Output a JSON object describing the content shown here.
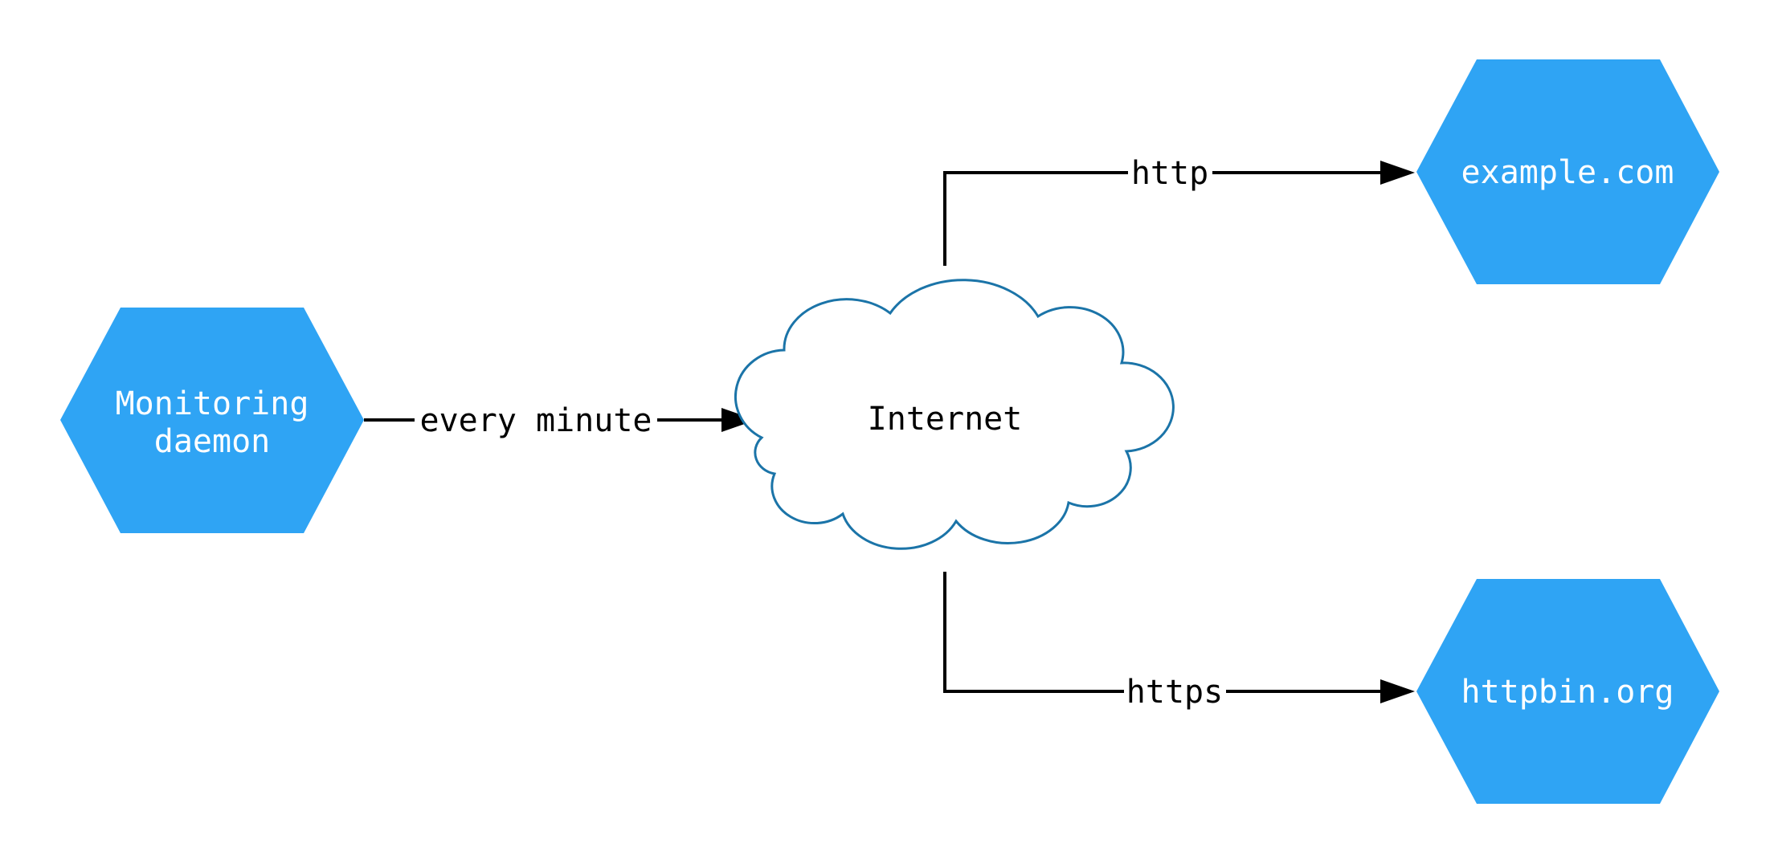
{
  "diagram": {
    "nodes": [
      {
        "id": "monitoring-daemon",
        "type": "hexagon",
        "label": "Monitoring daemon",
        "lines": [
          "Monitoring",
          "daemon"
        ]
      },
      {
        "id": "internet",
        "type": "cloud",
        "label": "Internet"
      },
      {
        "id": "example-com",
        "type": "hexagon",
        "label": "example.com"
      },
      {
        "id": "httpbin-org",
        "type": "hexagon",
        "label": "httpbin.org"
      }
    ],
    "edges": [
      {
        "from": "monitoring-daemon",
        "to": "internet",
        "label": "every minute"
      },
      {
        "from": "internet",
        "to": "example-com",
        "label": "http"
      },
      {
        "from": "internet",
        "to": "httpbin-org",
        "label": "https"
      }
    ],
    "colors": {
      "node_fill": "#2fa4f4",
      "node_text": "#ffffff",
      "cloud_stroke": "#1b74a8",
      "edge": "#000000",
      "background": "#ffffff"
    }
  }
}
